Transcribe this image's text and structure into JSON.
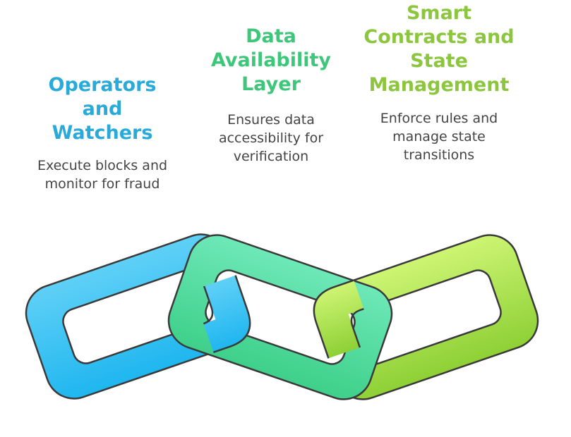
{
  "items": [
    {
      "title": "Operators and\nWatchers",
      "description": "Execute blocks and\nmonitor for fraud",
      "color": "#2aaad8"
    },
    {
      "title": "Data\nAvailability\nLayer",
      "description": "Ensures data\naccessibility for\nverification",
      "color": "#3ec77a"
    },
    {
      "title": "Smart\nContracts and\nState\nManagement",
      "description": "Enforce rules and\nmanage state\ntransitions",
      "color": "#8cc63f"
    }
  ]
}
